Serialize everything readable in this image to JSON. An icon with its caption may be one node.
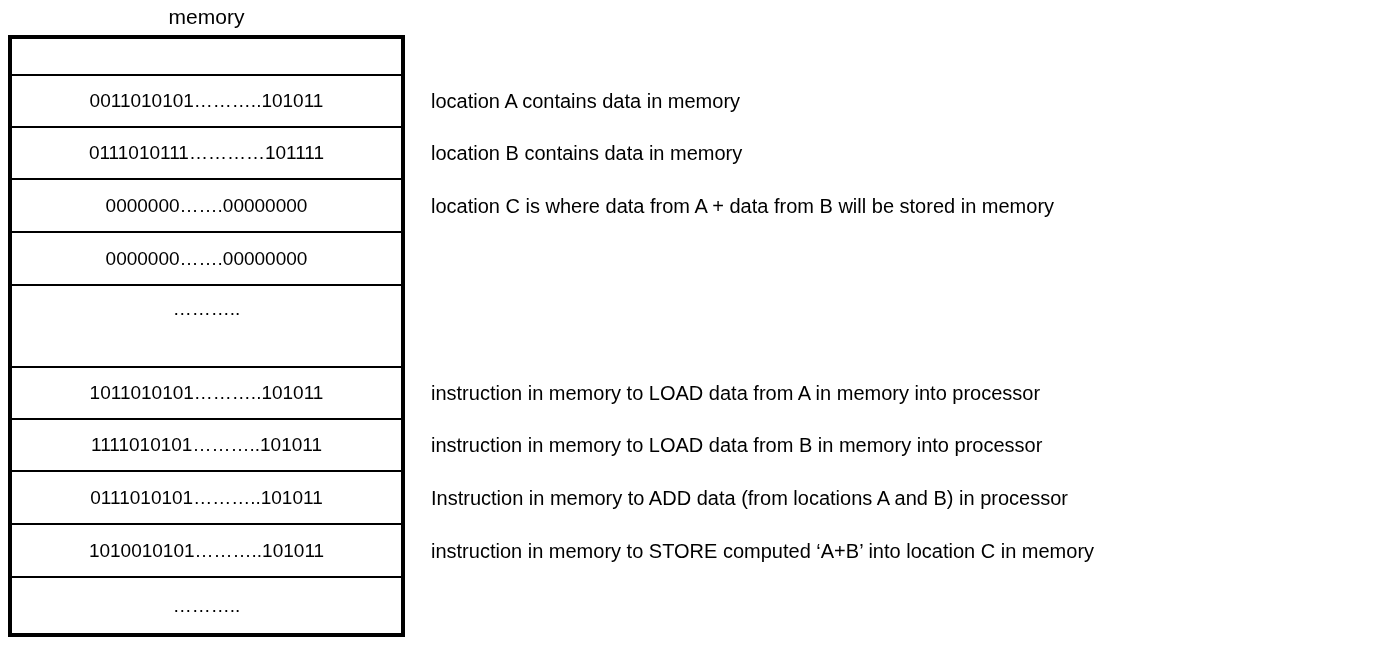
{
  "diagram": {
    "nodes": [
      {
        "text": [
          "memory"
        ]
      },
      {
        "text": [],
        "shape": "box",
        "in": 0
      },
      {
        "text": [
          "0011010101………..101011"
        ],
        "in": 0,
        "beside": [
          "location A contains data in memory"
        ]
      },
      {
        "text": [
          "0111010111…………101111"
        ],
        "in": 0,
        "beside": [
          "location B contains data in memory"
        ]
      },
      {
        "text": [
          "0000000…….00000000"
        ],
        "in": 0,
        "beside": [
          "location C is where data from A + data from B will be stored in memory"
        ]
      },
      {
        "text": [
          "0000000…….00000000"
        ],
        "in": 0
      },
      {
        "text": [
          "……….."
        ],
        "in": 0
      },
      {
        "text": [
          "1011010101………..101011"
        ],
        "in": 0,
        "beside": [
          "instruction in memory to LOAD data from A in memory into processor"
        ]
      },
      {
        "text": [
          "1111010101………..101011"
        ],
        "in": 0,
        "beside": [
          "instruction in memory to LOAD data from B in memory into processor"
        ]
      },
      {
        "text": [
          "0111010101………..101011"
        ],
        "in": 0,
        "beside": [
          "Instruction in memory to ADD data (from locations A and B) in processor"
        ]
      },
      {
        "text": [
          "1010010101………..101011"
        ],
        "in": 0,
        "beside": [
          "instruction in memory to STORE computed ‘A+B’ into location C in memory"
        ]
      },
      {
        "text": [
          "……….."
        ],
        "in": 0
      }
    ]
  }
}
